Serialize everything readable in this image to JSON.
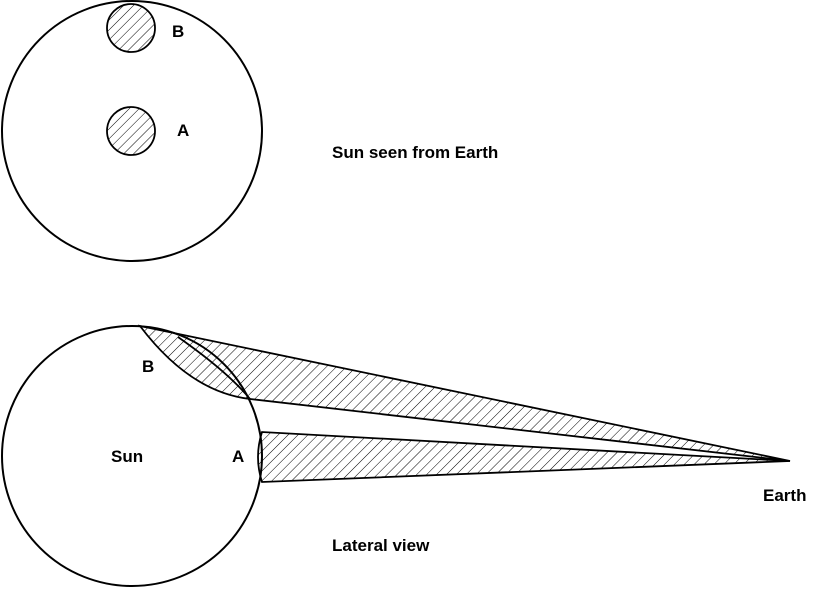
{
  "front_view": {
    "caption": "Sun seen from Earth",
    "spot_b_label": "B",
    "spot_a_label": "A"
  },
  "lateral_view": {
    "caption": "Lateral view",
    "sun_label": "Sun",
    "spot_b_label": "B",
    "spot_a_label": "A",
    "earth_label": "Earth"
  }
}
